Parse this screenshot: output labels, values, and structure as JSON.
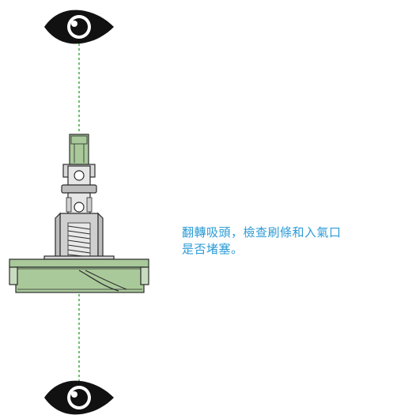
{
  "instruction": {
    "line1": "翻轉吸頭，檢查刷條和入氣口",
    "line2": "是否堵塞。"
  },
  "colors": {
    "text": "#2b9bd6",
    "guide_line": "#4caf50",
    "part_green": "#a9c99a",
    "part_grey": "#cfcfcf",
    "outline": "#2b2b2b"
  },
  "icons": [
    "eye-icon-top",
    "eye-icon-bottom"
  ]
}
